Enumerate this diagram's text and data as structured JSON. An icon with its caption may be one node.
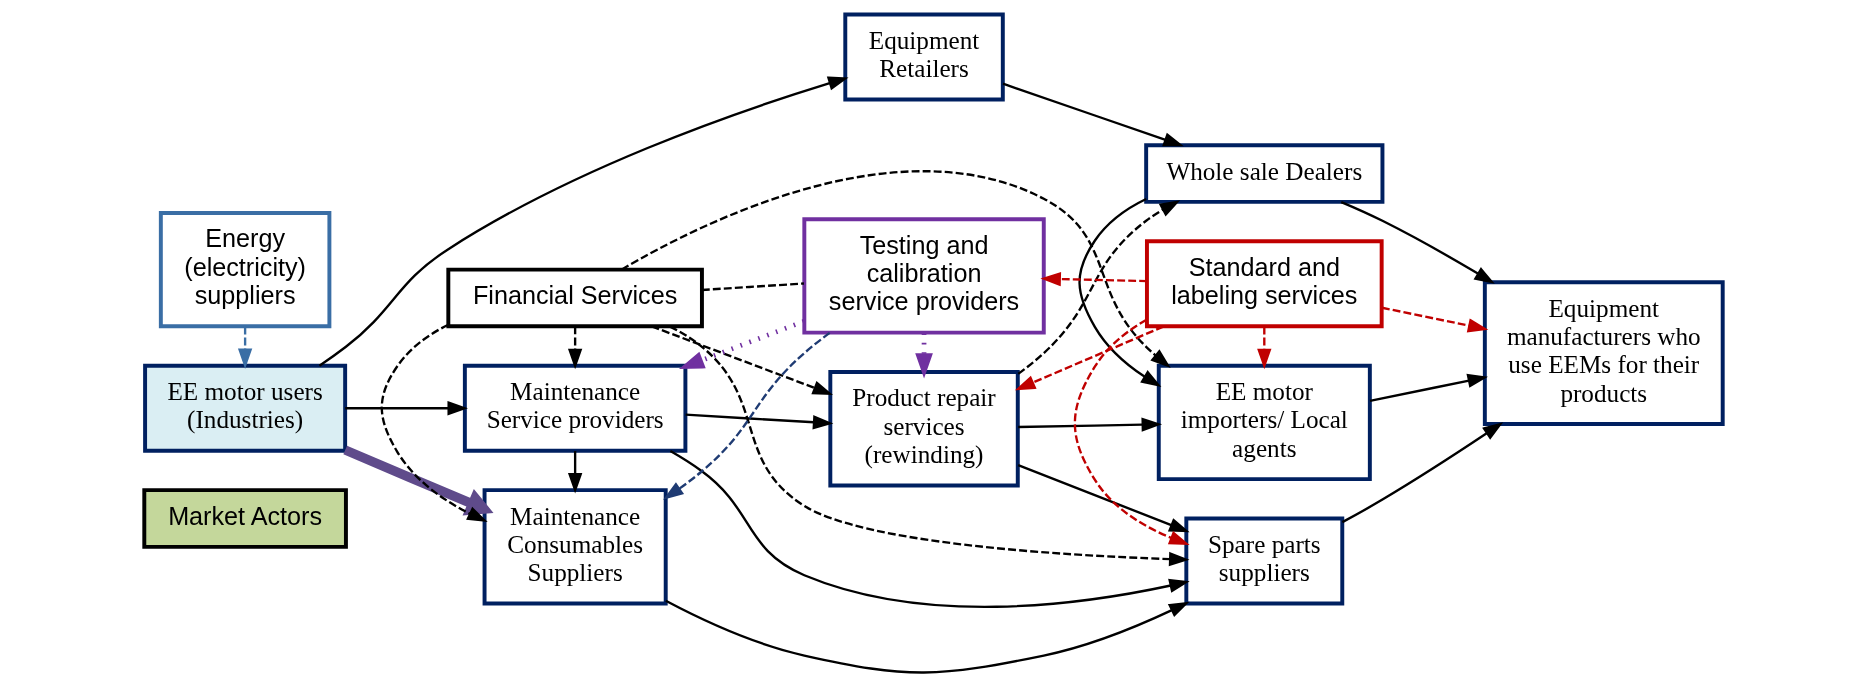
{
  "diagram": {
    "nodes": [
      {
        "text": [
          "Market Actors"
        ]
      },
      {
        "text": [
          "Maintenance Consumables Suppliers"
        ]
      },
      {
        "text": [
          "Spare parts suppliers"
        ]
      },
      {
        "text": [
          "EE motor users (Industries)"
        ]
      },
      {
        "text": [
          "Maintenance Service providers"
        ]
      },
      {
        "text": [
          "Equipment Retailers"
        ]
      },
      {
        "text": [
          "Whole sale Dealers"
        ]
      },
      {
        "text": [
          "Equipment manufacturers who use EEMs for their products"
        ]
      },
      {
        "text": [
          "Product repair services (rewinding)"
        ]
      },
      {
        "text": [
          "EE motor importers/ Local agents"
        ]
      },
      {
        "text": [
          "Energy (electricity) suppliers"
        ]
      },
      {
        "text": [
          "Financial Services"
        ]
      },
      {
        "text": [
          "Testing and calibration service providers"
        ]
      },
      {
        "text": [
          "Standard and labeling services"
        ]
      }
    ],
    "edges": [
      {
        "from": 3,
        "to": 1,
        "arrow": "to",
        "style": "thick",
        "color": "#5f4b8b"
      },
      {
        "from": 3,
        "to": 5,
        "arrow": "to"
      },
      {
        "from": 3,
        "to": 4,
        "arrow": "to"
      },
      {
        "from": 1,
        "to": 2,
        "arrow": "to"
      },
      {
        "from": 4,
        "to": 1,
        "arrow": "to"
      },
      {
        "from": 11,
        "to": 1,
        "arrow": "to",
        "style": "dashed"
      },
      {
        "from": 11,
        "to": 4,
        "arrow": "to",
        "style": "dashed"
      },
      {
        "from": 4,
        "to": 8,
        "arrow": "to"
      },
      {
        "from": 4,
        "to": 2,
        "arrow": "to"
      },
      {
        "from": 8,
        "to": 2,
        "arrow": "to"
      },
      {
        "from": 12,
        "to": 1,
        "arrow": "to",
        "style": "dashed",
        "color": "#1f3b73"
      },
      {
        "from": 11,
        "to": 2,
        "arrow": "to",
        "style": "dashed"
      },
      {
        "from": 11,
        "to": 8,
        "arrow": "to",
        "style": "dashed"
      },
      {
        "from": 11,
        "to": 9,
        "arrow": "to",
        "style": "dashed"
      },
      {
        "from": 11,
        "to": 12,
        "arrow": "none",
        "style": "dashed"
      },
      {
        "from": 8,
        "to": 6,
        "arrow": "to",
        "style": "dashed"
      },
      {
        "from": 8,
        "to": 9,
        "arrow": "to"
      },
      {
        "from": 5,
        "to": 6,
        "arrow": "to"
      },
      {
        "from": 6,
        "to": 9,
        "arrow": "to"
      },
      {
        "from": 6,
        "to": 7,
        "arrow": "to"
      },
      {
        "from": 2,
        "to": 7,
        "arrow": "to"
      },
      {
        "from": 9,
        "to": 7,
        "arrow": "to"
      },
      {
        "from": 10,
        "to": 3,
        "arrow": "to",
        "style": "dashed",
        "color": "#3a6ea5"
      },
      {
        "from": 12,
        "to": 4,
        "arrow": "to",
        "style": "dashed",
        "color": "#7030a0"
      },
      {
        "from": 12,
        "to": 8,
        "arrow": "to",
        "style": "dashed",
        "color": "#7030a0"
      },
      {
        "from": 13,
        "to": 8,
        "arrow": "to",
        "style": "dashed",
        "color": "#c00000"
      },
      {
        "from": 13,
        "to": 2,
        "arrow": "to",
        "style": "dashed",
        "color": "#c00000"
      },
      {
        "from": 13,
        "to": 9,
        "arrow": "to",
        "style": "dashed",
        "color": "#c00000"
      },
      {
        "from": 13,
        "to": 7,
        "arrow": "to",
        "style": "dashed",
        "color": "#c00000"
      },
      {
        "from": 13,
        "to": 12,
        "arrow": "to",
        "style": "dashed",
        "color": "#c00000"
      }
    ]
  }
}
